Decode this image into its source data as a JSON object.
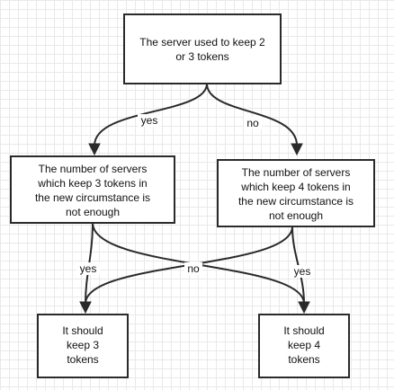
{
  "diagram": {
    "nodes": {
      "root": [
        "The server used to keep 2",
        "or 3 tokens"
      ],
      "left_condition": [
        "The number of servers",
        "which keep 3 tokens in",
        "the new circumstance is",
        "not enough"
      ],
      "right_condition": [
        "The number of servers",
        "which keep 4 tokens in",
        "the new circumstance is",
        "not enough"
      ],
      "keep3": [
        "It should",
        "keep 3",
        "tokens"
      ],
      "keep4": [
        "It should",
        "keep 4",
        "tokens"
      ]
    },
    "edges": {
      "root_to_left": "yes",
      "root_to_right": "no",
      "left_to_keep3": "yes",
      "right_to_keep4": "yes",
      "cross_no": "no"
    }
  }
}
